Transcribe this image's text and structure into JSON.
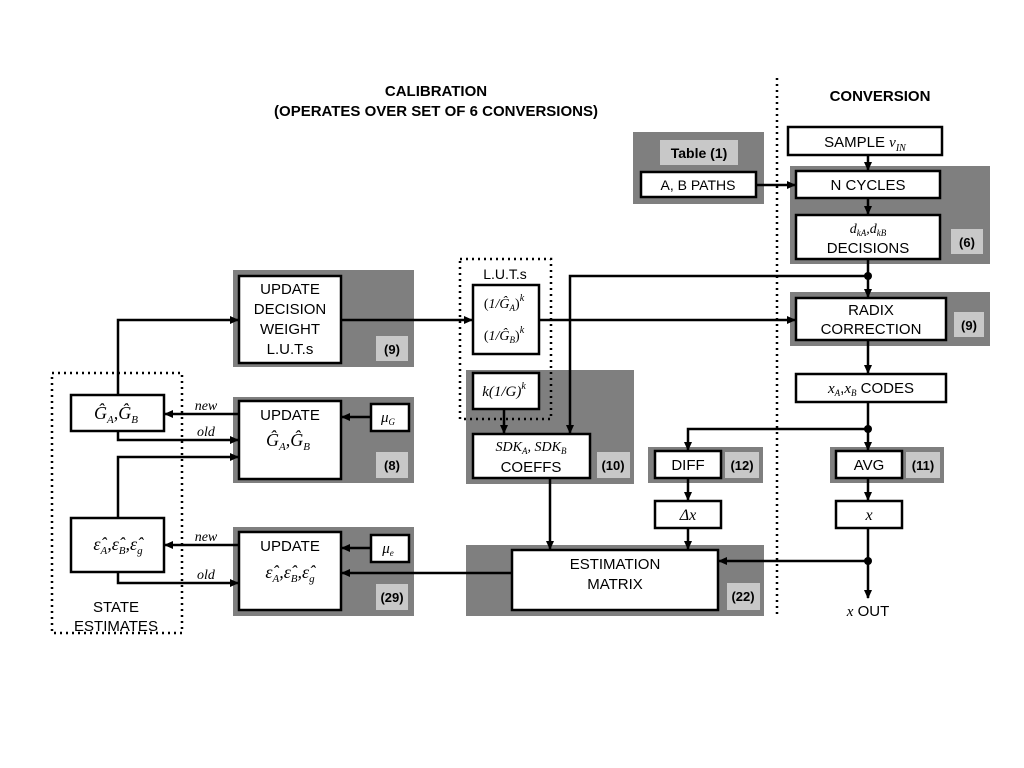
{
  "headers": {
    "calibration_line1": "CALIBRATION",
    "calibration_line2": "(OPERATES OVER SET OF 6 CONVERSIONS)",
    "conversion": "CONVERSION"
  },
  "table_block": {
    "title": "Table (1)",
    "paths": "A, B PATHS"
  },
  "conversion_path": {
    "sample": "SAMPLE",
    "sample_var": "v",
    "sample_sub": "IN",
    "n_cycles": "N CYCLES",
    "decisions_var": "d",
    "decisions_sub_a": "kA",
    "decisions_sub_b": "kB",
    "decisions_label": "DECISIONS",
    "decisions_tag": "(6)",
    "radix_line1": "RADIX",
    "radix_line2": "CORRECTION",
    "radix_tag": "(9)",
    "codes_var": "x",
    "codes_sub_a": "A",
    "codes_sub_b": "B",
    "codes_label": "CODES",
    "avg": "AVG",
    "avg_tag": "(11)",
    "avg_out": "x",
    "out_var": "x",
    "out_label": "OUT"
  },
  "calibration_path": {
    "update_weight_lines": [
      "UPDATE",
      "DECISION",
      "WEIGHT",
      "L.U.T.s"
    ],
    "update_weight_tag": "(9)",
    "luts_title": "L.U.T.s",
    "lut_a": "1/Ĝ",
    "lut_a_sub": "A",
    "lut_b": "1/Ĝ",
    "lut_b_sub": "B",
    "lut_exp": "k",
    "lut_k": "k(1/G)",
    "sdk_var": "SDK",
    "sdk_sub_a": "A",
    "sdk_sub_b": "B",
    "sdk_label": "COEFFS",
    "sdk_tag": "(10)",
    "diff": "DIFF",
    "diff_tag": "(12)",
    "delta": "Δx",
    "estimation_line1": "ESTIMATION",
    "estimation_line2": "MATRIX",
    "estimation_tag": "(22)",
    "update_g_label": "UPDATE",
    "update_g_expr": "Ĝ",
    "update_g_tag": "(8)",
    "mu_g": "μ",
    "mu_g_sub": "G",
    "update_e_label": "UPDATE",
    "update_e_tag": "(29)",
    "mu_e": "μ",
    "mu_e_sub": "e",
    "new_label": "new",
    "old_label": "old"
  },
  "state": {
    "g_hat": "Ĝ",
    "e_hat": "ε̂",
    "sub_a": "A",
    "sub_b": "B",
    "sub_g": "g",
    "label_line1": "STATE",
    "label_line2": "ESTIMATES"
  },
  "colors": {
    "shade": "#7f7f7f",
    "tag": "#c8c8c8",
    "line": "#000000"
  }
}
